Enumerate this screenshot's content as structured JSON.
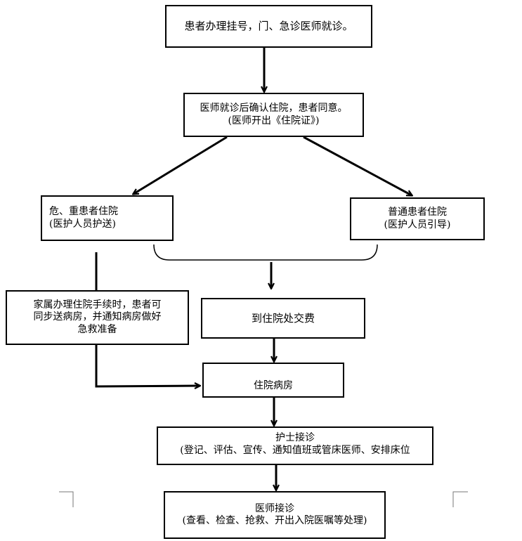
{
  "flowchart": {
    "step1": {
      "line1": "患者办理挂号，门、急诊医师就诊。"
    },
    "step2": {
      "line1": "医师就诊后确认住院，患者同意。",
      "line2": "(医师开出《住院证》)"
    },
    "critical": {
      "line1": "危、重患者住院",
      "line2": "(医护人员护送)"
    },
    "normal": {
      "line1": "普通患者住院",
      "line2": "(医护人员引导)"
    },
    "family": {
      "line1": "家属办理住院手续时，患者可",
      "line2": "同步送病房，并通知病房做好",
      "line3": "急救准备"
    },
    "payment": {
      "line1": "到住院处交费"
    },
    "ward": {
      "line1": "住院病房"
    },
    "nurse": {
      "line1": "护士接诊",
      "line2": "(登记、评估、宣传、通知值班或管床医师、安排床位"
    },
    "doctor": {
      "line1": "医师接诊",
      "line2": "(查看、检查、抢救、开出入院医嘱等处理)"
    }
  },
  "colors": {
    "line": "#000000",
    "box_border": "#000000",
    "background": "#ffffff"
  }
}
